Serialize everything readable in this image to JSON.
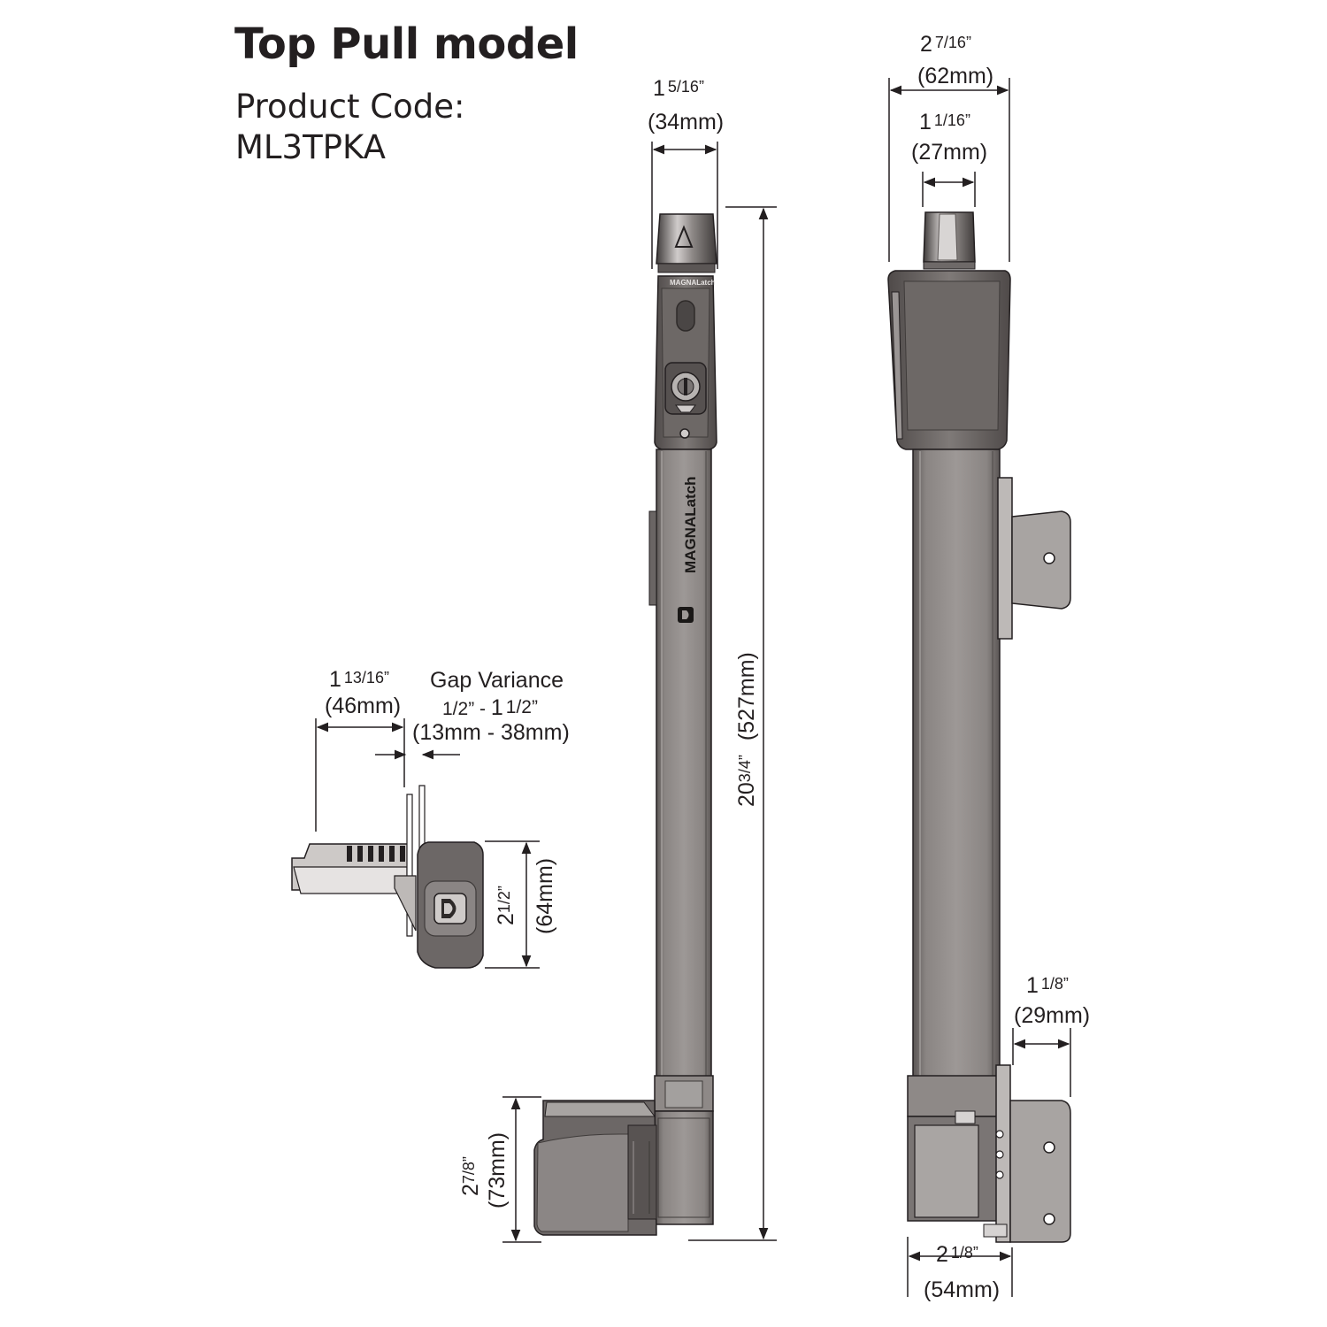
{
  "title": "Top Pull model",
  "product_code_label": "Product Code:",
  "product_code": "ML3TPKA",
  "brand_small": "MAGNALatch",
  "brand_main": "MAGNALatch",
  "dimensions": {
    "front_width": {
      "whole": "1",
      "frac": "5/16”",
      "metric": "(34mm)"
    },
    "side_top_width": {
      "whole": "2",
      "frac": "7/16”",
      "metric": "(62mm)"
    },
    "side_knob_width": {
      "whole": "1",
      "frac": "1/16”",
      "metric": "(27mm)"
    },
    "overall_height": {
      "whole": "20",
      "frac": "3/4”",
      "metric": "(527mm)"
    },
    "bottom_body_height": {
      "whole": "2",
      "frac": "7/8”",
      "metric": "(73mm)"
    },
    "side_bracket_width": {
      "whole": "1",
      "frac": "1/8”",
      "metric": "(29mm)"
    },
    "side_bottom_width": {
      "whole": "2",
      "frac": "1/8”",
      "metric": "(54mm)"
    },
    "top_view_depth": {
      "whole": "1",
      "frac": "13/16”",
      "metric": "(46mm)"
    },
    "top_view_height": {
      "whole": "2",
      "frac": "1/2”",
      "metric": "(64mm)"
    },
    "gap_variance": {
      "label": "Gap Variance",
      "range_a_whole": "1/2”",
      "sep": " - ",
      "range_b_whole": "1",
      "range_b_frac": "1/2”",
      "metric": "(13mm - 38mm)"
    }
  },
  "colors": {
    "line": "#231f20",
    "body": "#7f7a78",
    "body_dark": "#5b5655",
    "body_light": "#a19c9a",
    "shade": "#cfcbc9"
  }
}
